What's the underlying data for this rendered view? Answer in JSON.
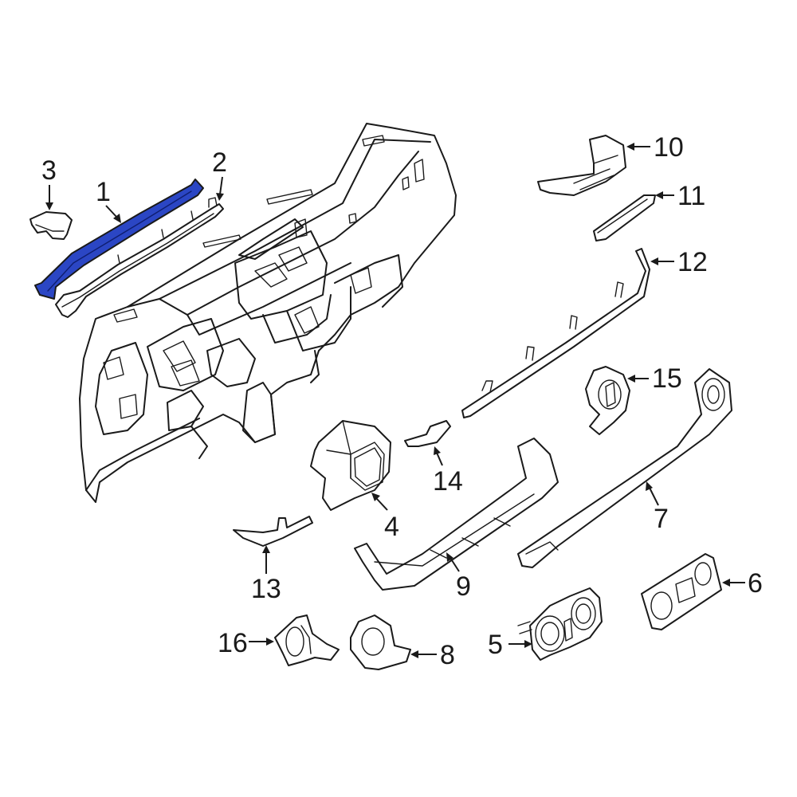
{
  "diagram": {
    "highlight_color": "#2b46c4",
    "highlighted_part": "1",
    "callouts": [
      {
        "id": "c1",
        "label": "1"
      },
      {
        "id": "c2",
        "label": "2"
      },
      {
        "id": "c3",
        "label": "3"
      },
      {
        "id": "c4",
        "label": "4"
      },
      {
        "id": "c5",
        "label": "5"
      },
      {
        "id": "c6",
        "label": "6"
      },
      {
        "id": "c7",
        "label": "7"
      },
      {
        "id": "c8",
        "label": "8"
      },
      {
        "id": "c9",
        "label": "9"
      },
      {
        "id": "c10",
        "label": "10"
      },
      {
        "id": "c11",
        "label": "11"
      },
      {
        "id": "c12",
        "label": "12"
      },
      {
        "id": "c13",
        "label": "13"
      },
      {
        "id": "c14",
        "label": "14"
      },
      {
        "id": "c15",
        "label": "15"
      },
      {
        "id": "c16",
        "label": "16"
      }
    ]
  }
}
